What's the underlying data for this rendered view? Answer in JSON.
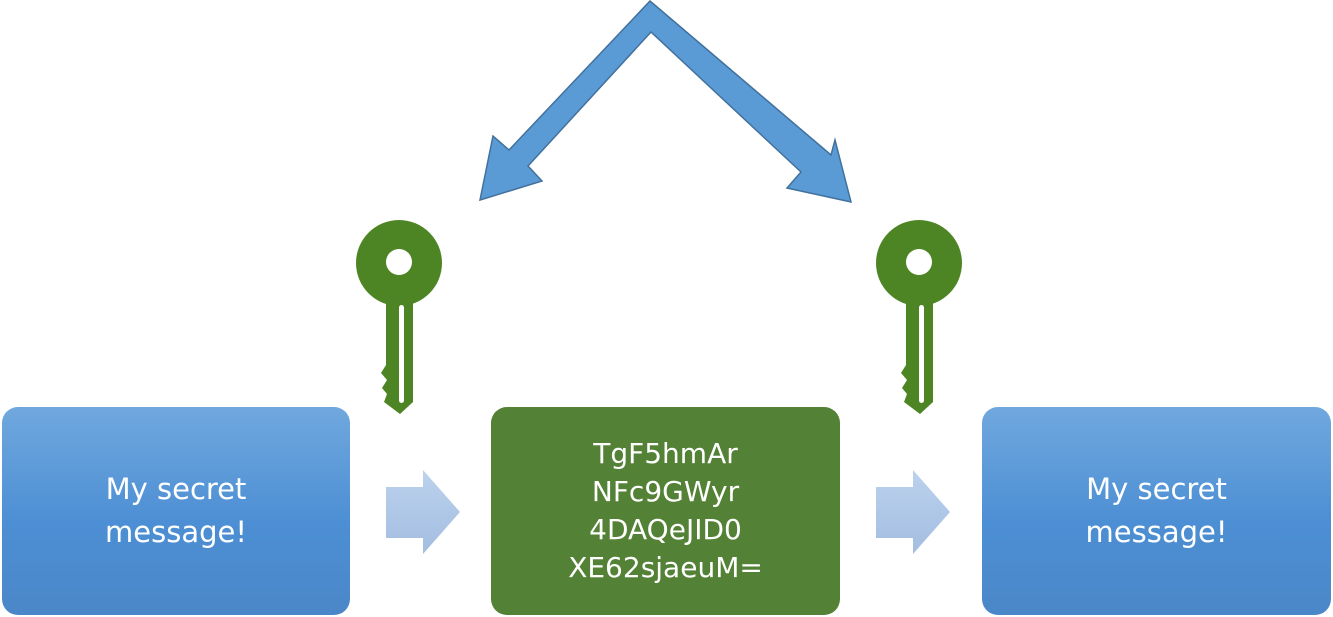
{
  "boxes": {
    "plaintext": {
      "lines": [
        "My secret",
        "message!"
      ]
    },
    "ciphertext": {
      "lines": [
        "TgF5hmAr",
        "NFc9GWyr",
        "4DAQeJID0",
        "XE62sjaeuM="
      ]
    },
    "decrypted": {
      "lines": [
        "My secret",
        "message!"
      ]
    }
  },
  "icons": [
    "shared-key-arrow-icon",
    "key-icon",
    "key-icon",
    "right-arrow-icon",
    "right-arrow-icon"
  ],
  "colors": {
    "blue_box": "#5b9bd5",
    "green": "#538135",
    "arrow_blue": "#5b9bd5",
    "light_arrow": "#b4cbe8"
  }
}
